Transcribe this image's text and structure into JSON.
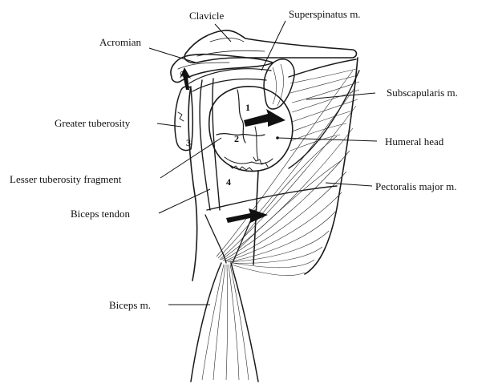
{
  "labels": {
    "clavicle": "Clavicle",
    "superspinatus": "Superspinatus m.",
    "acromian": "Acromian",
    "subscapularis": "Subscapularis m.",
    "greater_tuberosity": "Greater tuberosity",
    "humeral_head": "Humeral head",
    "lesser_tuberosity_fragment": "Lesser tuberosity fragment",
    "pectoralis_major": "Pectoralis major m.",
    "biceps_tendon": "Biceps tendon",
    "biceps_m": "Biceps m."
  },
  "numbers": {
    "n1": "1",
    "n2": "2",
    "n3": "3",
    "n4": "4"
  }
}
